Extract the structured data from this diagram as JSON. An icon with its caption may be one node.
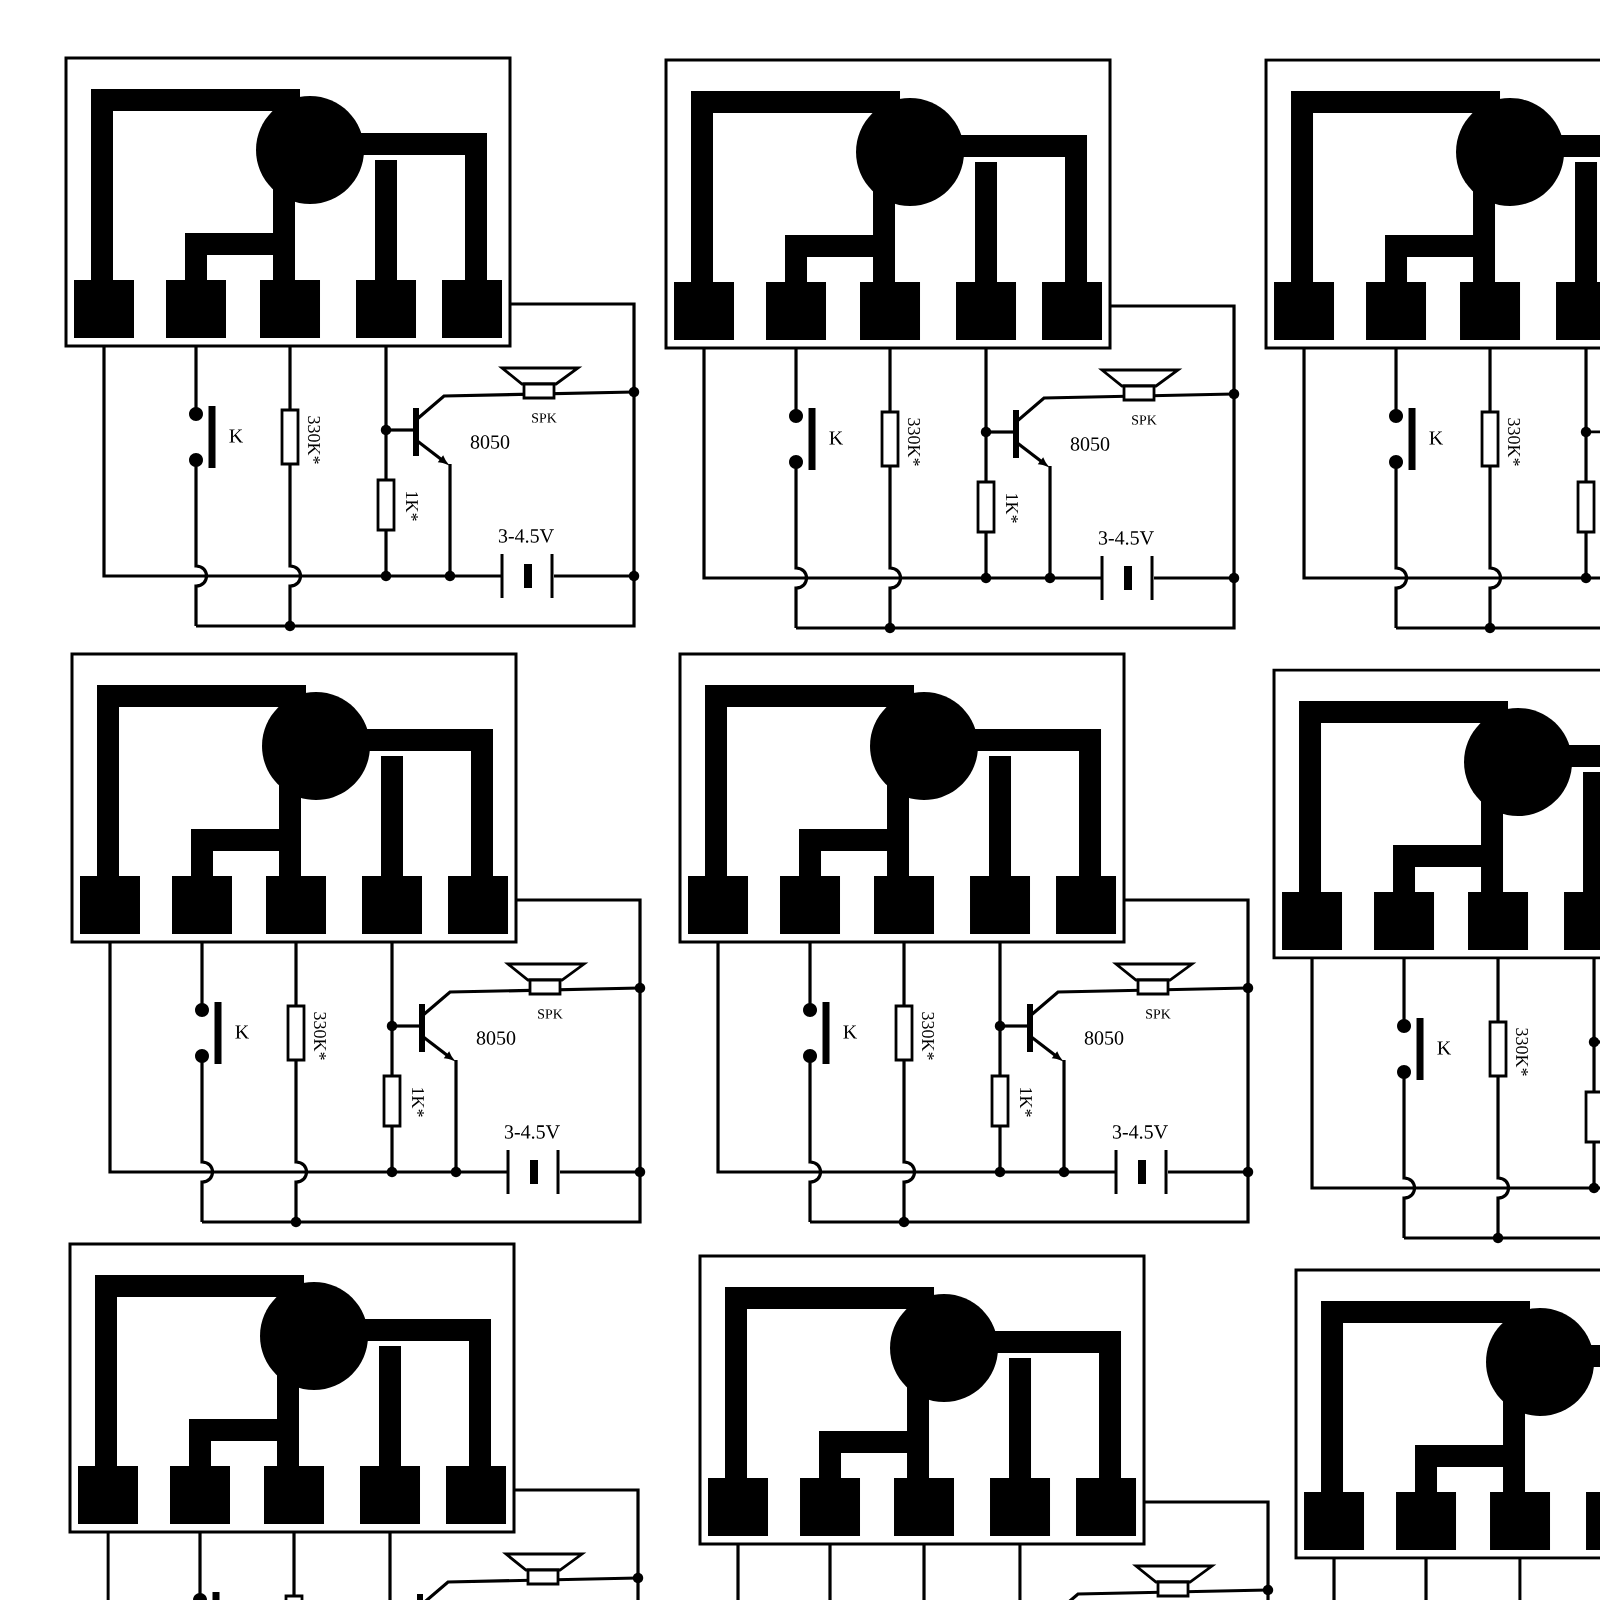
{
  "diagram": {
    "labels": [
      "SPK",
      "K",
      "330K*",
      "8050",
      "1K*",
      "3-4.5V",
      "SPK",
      "K",
      "330K*",
      "8050",
      "1K*",
      "3-4.5V",
      "K",
      "330K*",
      "SPK",
      "K",
      "330K*",
      "8050",
      "1K*",
      "3-4.5V",
      "SPK",
      "K",
      "330K*",
      "8050",
      "1K*",
      "3-4.5V",
      "K",
      "330K*"
    ]
  }
}
